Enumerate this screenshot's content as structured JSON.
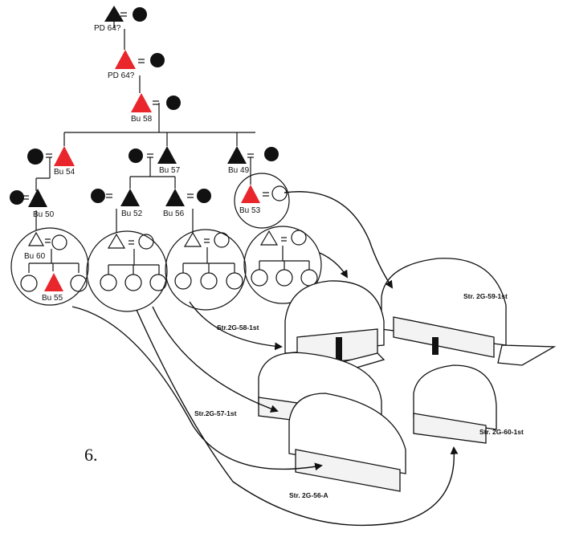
{
  "figure_number": "6.",
  "kin_labels": {
    "pd64_top": "PD 64?",
    "pd64_mid": "PD 64?",
    "bu58": "Bu 58",
    "bu54": "Bu 54",
    "bu57": "Bu 57",
    "bu49": "Bu 49",
    "bu50": "Bu 50",
    "bu52": "Bu 52",
    "bu56": "Bu 56",
    "bu53": "Bu 53",
    "bu60": "Bu 60",
    "bu55": "Bu 55"
  },
  "structure_labels": {
    "s59": "Str. 2G-59-1st",
    "s58": "Str.2G-58-1st",
    "s57": "Str.2G-57-1st",
    "s60": "Str. 2G-60-1st",
    "s56": "Str. 2G-56-A"
  },
  "colors": {
    "burial_highlight": "#e8262b",
    "ink": "#111111"
  }
}
